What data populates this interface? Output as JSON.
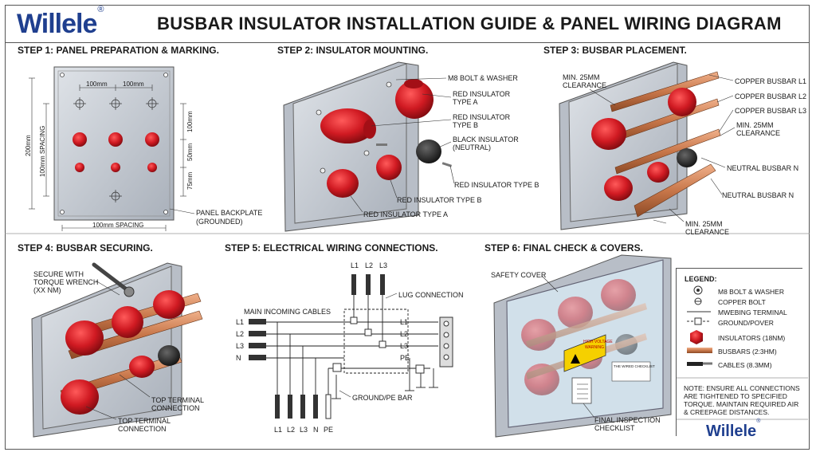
{
  "header": {
    "logo": "Willele",
    "logo_mark": "®",
    "title": "BUSBAR INSULATOR INSTALLATION GUIDE & PANEL WIRING DIAGRAM"
  },
  "steps": {
    "s1": "STEP 1: PANEL PREPARATION & MARKING.",
    "s2": "STEP 2: INSULATOR MOUNTING.",
    "s3": "STEP 3: BUSBAR PLACEMENT.",
    "s4": "STEP 4: BUSBAR SECURING.",
    "s5": "STEP 5: ELECTRICAL WIRING CONNECTIONS.",
    "s6": "STEP 6: FINAL CHECK & COVERS."
  },
  "step1": {
    "dim_h1": "100mm",
    "dim_h2": "100mm",
    "dim_total_v": "200mm",
    "dim_spacing_v": "100mm SPACING",
    "dim_r1": "100mm",
    "dim_r2": "50mm",
    "dim_r3": "75mm",
    "dim_bottom": "100mm SPACING",
    "backplate": "PANEL BACKPLATE",
    "grounded": "(GROUNDED)"
  },
  "step2": {
    "bolt": "M8 BOLT & WASHER",
    "red_a_1": "RED INSULATOR",
    "red_a_2": "TYPE A",
    "red_b_1": "RED INSULATOR",
    "red_b_2": "TYPE B",
    "black_1": "BLACK INSULATOR",
    "black_2": "(NEUTRAL)",
    "red_b_right": "RED INSULATOR TYPE B",
    "red_b_bottom": "RED INSULATOR TYPE B",
    "red_a_bottom": "RED INSULATOR TYPE A"
  },
  "step3": {
    "clear1_1": "MIN. 25mm",
    "clear1_2": "CLEARANCE",
    "l1": "COPPER BUSBAR L1",
    "l2": "COPPER BUSBAR L2",
    "l3": "COPPER BUSBAR L3",
    "clear2_1": "MIN. 25mm",
    "clear2_2": "CLEARANCE",
    "neutral1": "NEUTRAL BUSBAR N",
    "neutral2": "NEUTRAL BUSBAR N",
    "clear3_1": "MIN. 25mm",
    "clear3_2": "CLEARANCE"
  },
  "step4": {
    "secure_1": "SECURE WITH",
    "secure_2": "TORQUE WRENCH",
    "secure_3": "(XX Nm)",
    "top1_1": "TOP TERMINAL",
    "top1_2": "CONNECTION",
    "top2_1": "TOP TERMINAL",
    "top2_2": "CONNECTION"
  },
  "step5": {
    "top_l1": "L1",
    "top_l2": "L2",
    "top_l3": "L3",
    "lug": "LUG CONNECTION",
    "main": "MAIN INCOMING CABLES",
    "in_l1": "L1",
    "in_l2": "L2",
    "in_l3": "L3",
    "in_n": "N",
    "out_l1": "L1",
    "out_l2": "L2",
    "out_l3": "L3",
    "out_pe": "PE",
    "ground": "GROUND/PE BAR",
    "b_l1": "L1",
    "b_l2": "L2",
    "b_l3": "L3",
    "b_n": "N",
    "b_pe": "PE"
  },
  "step6": {
    "cover": "SAFETY COVER",
    "warn_1": "HIGH VOLTAGE",
    "warn_2": "WARNING",
    "checklist_title": "THE WIRED CHECKLIST",
    "final_1": "FINAL INSPECTION",
    "final_2": "CHECKLIST"
  },
  "legend": {
    "title": "LEGEND:",
    "i1": "M8 BOLT & WASHER",
    "i2": "COPPER BOLT",
    "i3": "MWEBING TERMINAL",
    "i4": "GROUND/POVER",
    "i5": "INSULATORS (18Nm)",
    "i6": "BUSBARS (2:3HM)",
    "i7": "CABLES (8.3MM)"
  },
  "note": "NOTE: ENSURE ALL CONNECTIONS ARE TIGHTENED TO SPECIFIED TORQUE. MAINTAIN REQUIRED AIR & CREEPAGE DISTANCES.",
  "colors": {
    "brand": "#1f3f8f",
    "insulator_red": "#c8141e",
    "copper": "#c8774a",
    "panel": "#c7ccd4"
  }
}
